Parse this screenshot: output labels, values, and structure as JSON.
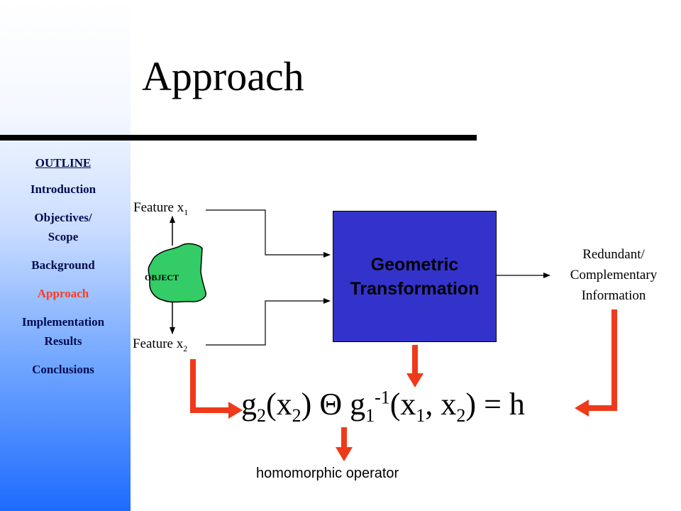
{
  "slide": {
    "title": "Approach"
  },
  "sidebar": {
    "heading": "OUTLINE",
    "items": [
      {
        "label": "Introduction"
      },
      {
        "label": "Objectives/"
      },
      {
        "label": "Scope"
      },
      {
        "label": "Background"
      },
      {
        "label": "Approach"
      },
      {
        "label": "Implementation"
      },
      {
        "label": "Results"
      },
      {
        "label": "Conclusions"
      }
    ],
    "active_item": "Approach",
    "active_color": "#ff3b1f",
    "text_color": "#000c50"
  },
  "diagram": {
    "feature1": {
      "text": "Feature x",
      "sub": "1"
    },
    "feature2": {
      "text": "Feature x",
      "sub": "2"
    },
    "object_label": "OBJECT",
    "object_color": "#33cc66",
    "box_line1": "Geometric",
    "box_line2": "Transformation",
    "box_color": "#3333cc",
    "output_line1": "Redundant/",
    "output_line2": "Complementary",
    "output_line3": "Information",
    "arrow_color": "#ee3a1a"
  },
  "equation": {
    "g2": "g",
    "g2_sub": "2",
    "x2_open": "(x",
    "x2_sub": "2",
    "close1": ") ",
    "theta": "Θ",
    "g1": " g",
    "g1_sub": "1",
    "g1_sup": "-1",
    "args_open": "(x",
    "arg1_sub": "1",
    "comma": ", x",
    "arg2_sub": "2",
    "tail": ") = h"
  },
  "annotation": {
    "operator_label": "homomorphic operator"
  }
}
